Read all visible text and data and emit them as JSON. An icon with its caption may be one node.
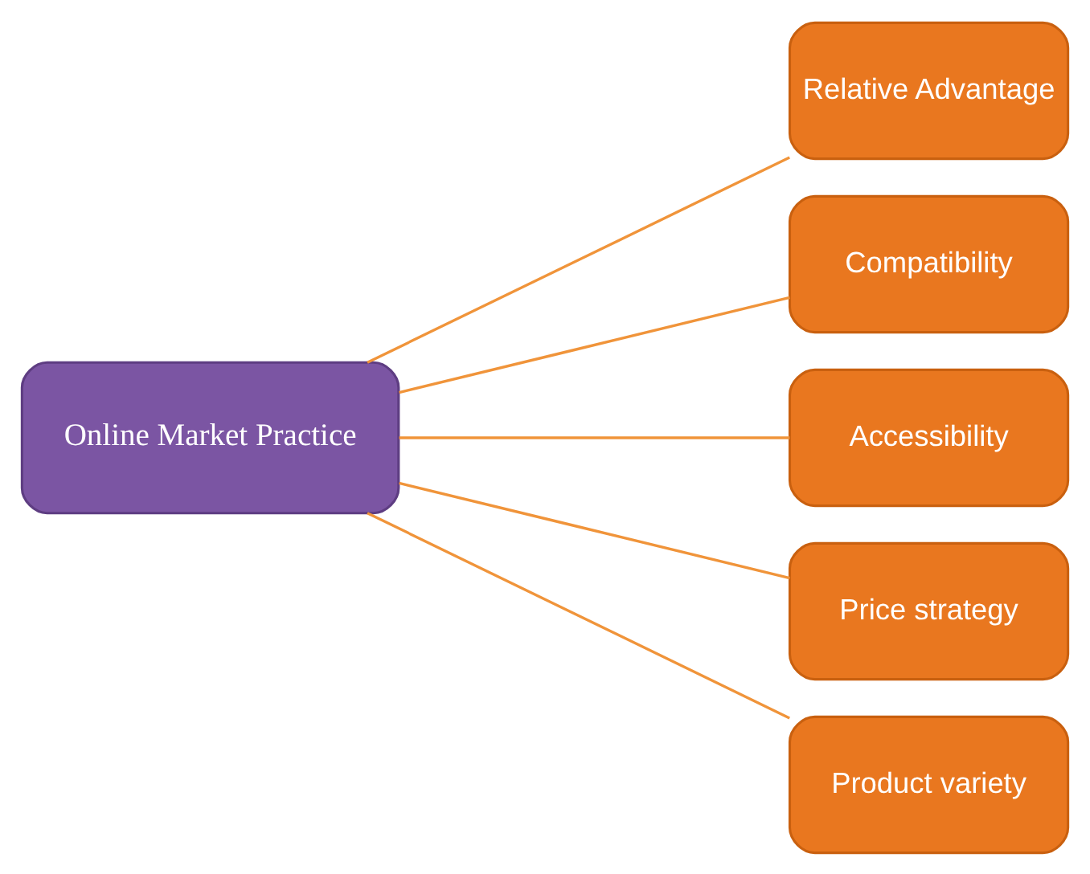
{
  "diagram": {
    "nodes": [
      {
        "text": [
          "Online Market Practice"
        ]
      },
      {
        "text": [
          "Relative Advantage"
        ]
      },
      {
        "text": [
          "Compatibility"
        ]
      },
      {
        "text": [
          "Accessibility"
        ]
      },
      {
        "text": [
          "Price strategy"
        ]
      },
      {
        "text": [
          "Product variety"
        ]
      }
    ],
    "edges": [
      {
        "from": 0,
        "to": 1,
        "arrow": "none"
      },
      {
        "from": 0,
        "to": 2,
        "arrow": "none"
      },
      {
        "from": 0,
        "to": 3,
        "arrow": "none"
      },
      {
        "from": 0,
        "to": 4,
        "arrow": "none"
      },
      {
        "from": 0,
        "to": 5,
        "arrow": "none"
      }
    ]
  }
}
